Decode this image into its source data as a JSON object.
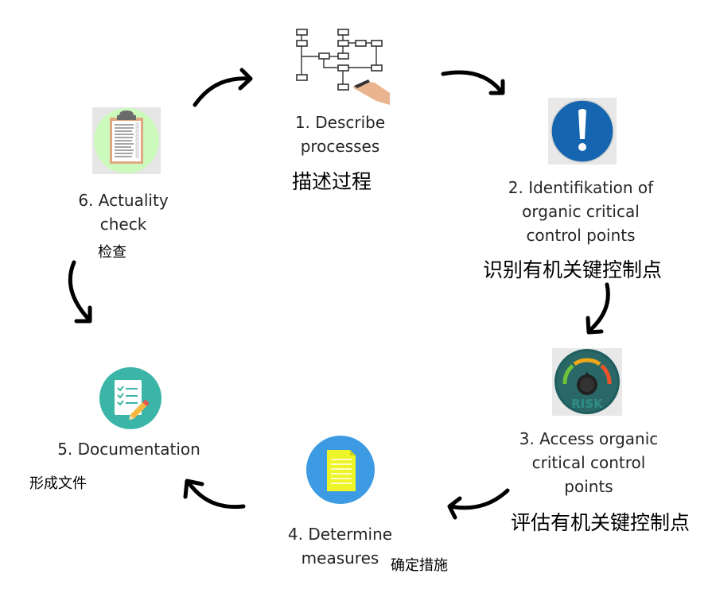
{
  "diagram": {
    "type": "cycle",
    "steps": [
      {
        "id": 1,
        "label_en": "1. Describe processes",
        "line1": "1. Describe",
        "line2": "processes",
        "label_zh": "描述过程",
        "icon": "flowchart-drawing-icon"
      },
      {
        "id": 2,
        "label_en": "2. Identifikation of organic critical control points",
        "line1": "2. Identifikation of",
        "line2": "organic critical",
        "line3": "control points",
        "label_zh": "识别有机关键控制点",
        "icon": "exclamation-icon"
      },
      {
        "id": 3,
        "label_en": "3. Access organic critical control points",
        "line1": "3. Access organic",
        "line2": "critical control",
        "line3": "points",
        "label_zh": "评估有机关键控制点",
        "icon": "risk-gauge-icon"
      },
      {
        "id": 4,
        "label_en": "4. Determine measures",
        "line1": "4. Determine",
        "line2": "measures",
        "label_zh": "确定措施",
        "icon": "document-icon"
      },
      {
        "id": 5,
        "label_en": "5. Documentation",
        "line1": "5. Documentation",
        "label_zh": "形成文件",
        "icon": "checklist-pencil-icon"
      },
      {
        "id": 6,
        "label_en": "6. Actuality check",
        "line1": "6. Actuality",
        "line2": "check",
        "label_zh": "检查",
        "icon": "clipboard-icon"
      }
    ],
    "risk_text": "RISK",
    "colors": {
      "arrow": "#000000",
      "exclamation_blue": "#1565b0",
      "risk_bg": "#1f5e5e",
      "document_blue": "#3c9be2",
      "document_yellow": "#eef527",
      "checklist_teal": "#3bb5a7",
      "clipboard_green": "#ccf9bc"
    }
  }
}
